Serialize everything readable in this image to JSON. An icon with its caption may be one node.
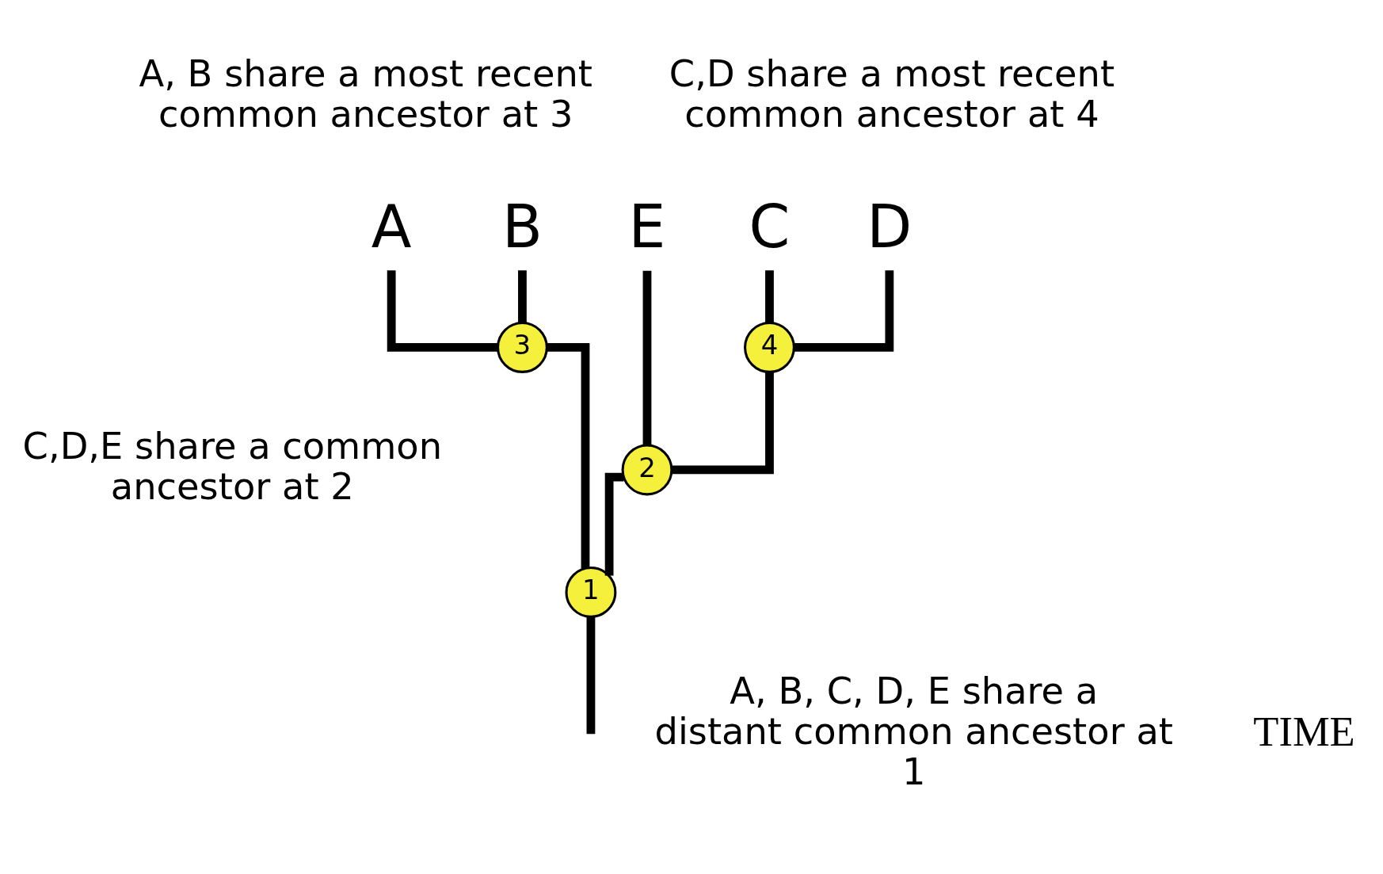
{
  "diagram": {
    "nodes": [
      {
        "text": [
          "A"
        ]
      },
      {
        "text": [
          "B"
        ]
      },
      {
        "text": [
          "C"
        ]
      },
      {
        "text": [
          "D"
        ]
      },
      {
        "text": [
          "E"
        ]
      },
      {
        "text": [
          "3"
        ]
      },
      {
        "text": [
          "4"
        ]
      },
      {
        "text": [
          "2"
        ]
      },
      {
        "text": [
          "1"
        ]
      }
    ],
    "edges": [
      {
        "from": 5,
        "to": 0,
        "arrow": "none"
      },
      {
        "from": 5,
        "to": 1,
        "arrow": "none"
      },
      {
        "from": 6,
        "to": 2,
        "arrow": "none"
      },
      {
        "from": 6,
        "to": 3,
        "arrow": "none"
      },
      {
        "from": 7,
        "to": 6,
        "arrow": "none"
      },
      {
        "from": 7,
        "to": 4,
        "arrow": "none"
      },
      {
        "from": 8,
        "to": 5,
        "arrow": "none"
      },
      {
        "from": 8,
        "to": 7,
        "arrow": "none"
      },
      {
        "from": null,
        "to": 8,
        "arrow": "none"
      }
    ],
    "labels": [
      "A, B share a most recent common ancestor at 3",
      "C,D share a most recent common ancestor at 4",
      "C,D,E share a common ancestor at 2",
      "TIME",
      "A, B, C, D, E share a distant common ancestor at 1"
    ]
  }
}
